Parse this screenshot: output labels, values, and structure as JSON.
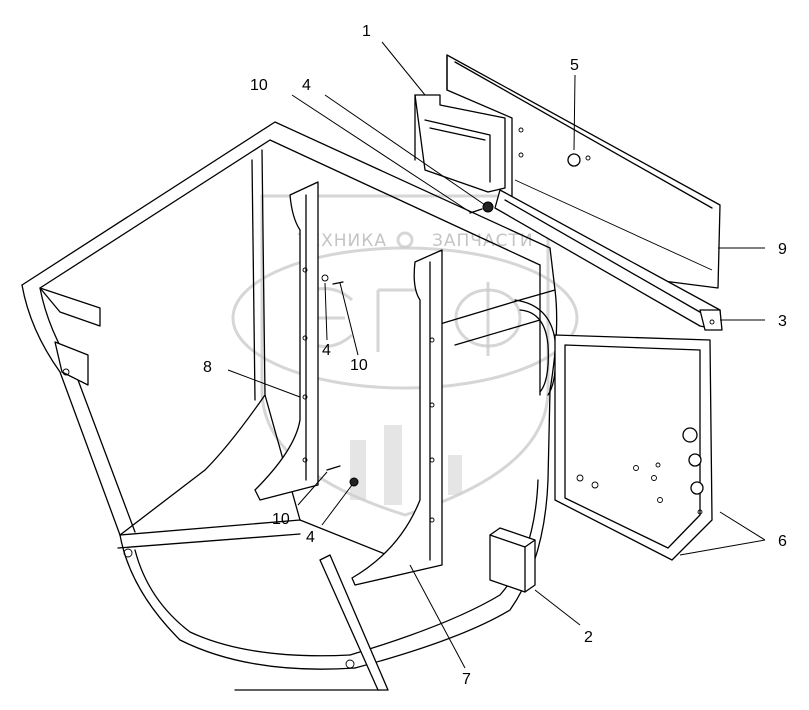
{
  "diagram": {
    "callouts": {
      "c1": "1",
      "c2": "2",
      "c3": "3",
      "c4a": "4",
      "c4b": "4",
      "c4c": "4",
      "c5": "5",
      "c6": "6",
      "c7": "7",
      "c8": "8",
      "c9": "9",
      "c10a": "10",
      "c10b": "10",
      "c10c": "10"
    },
    "watermark": {
      "left_text": "ТЕХНИКА",
      "right_text": "ЗАПЧАСТИ",
      "logo_letters": "ЭПФ"
    }
  }
}
